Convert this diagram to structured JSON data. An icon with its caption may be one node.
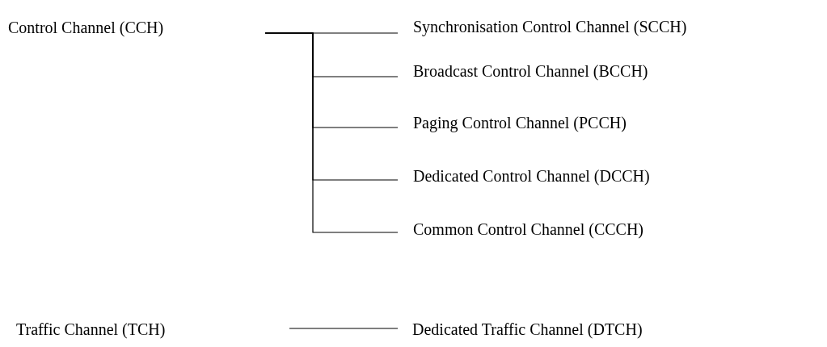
{
  "diagram": {
    "nodes": [
      {
        "text": [
          "Control Channel (CCH)"
        ]
      },
      {
        "text": [
          "Synchronisation Control Channel (SCCH)"
        ]
      },
      {
        "text": [
          "Broadcast Control Channel (BCCH)"
        ]
      },
      {
        "text": [
          "Paging Control Channel (PCCH)"
        ]
      },
      {
        "text": [
          "Dedicated Control Channel (DCCH)"
        ]
      },
      {
        "text": [
          "Common Control Channel (CCCH)"
        ]
      },
      {
        "text": [
          "Traffic Channel (TCH)"
        ]
      },
      {
        "text": [
          "Dedicated Traffic Channel (DTCH)"
        ]
      }
    ],
    "edges": [
      {
        "from": 0,
        "to": 1,
        "arrow": "none"
      },
      {
        "from": 0,
        "to": 2,
        "arrow": "none"
      },
      {
        "from": 0,
        "to": 3,
        "arrow": "none"
      },
      {
        "from": 0,
        "to": 4,
        "arrow": "none"
      },
      {
        "from": 0,
        "to": 5,
        "arrow": "none"
      },
      {
        "from": 6,
        "to": 7,
        "arrow": "none"
      }
    ]
  }
}
